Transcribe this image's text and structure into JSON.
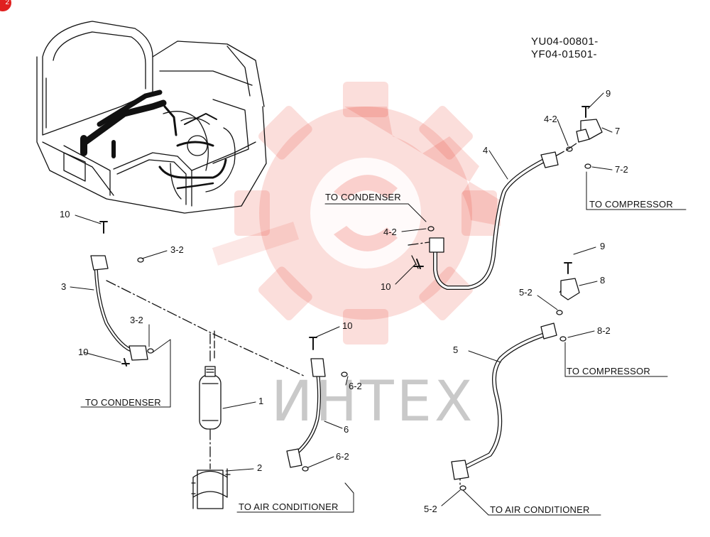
{
  "header": {
    "serial_1": "YU04-00801-",
    "serial_2": "YF04-01501-",
    "corner_badge": "2"
  },
  "watermark": {
    "text": "ИНТЕХ",
    "color": "#e8392c"
  },
  "destinations": {
    "to_condenser_top": "TO CONDENSER",
    "to_condenser_left": "TO CONDENSER",
    "to_compressor_top": "TO COMPRESSOR",
    "to_compressor_mid": "TO COMPRESSOR",
    "to_air_conditioner_center": "TO AIR CONDITIONER",
    "to_air_conditioner_right": "TO AIR CONDITIONER"
  },
  "part_labels": {
    "p1": "1",
    "p2": "2",
    "p3": "3",
    "p3_2a": "3-2",
    "p3_2b": "3-2",
    "p4": "4",
    "p4_2a": "4-2",
    "p4_2b": "4-2",
    "p5": "5",
    "p5_2a": "5-2",
    "p5_2b": "5-2",
    "p6": "6",
    "p6_2a": "6-2",
    "p6_2b": "6-2",
    "p7": "7",
    "p7_2": "7-2",
    "p8": "8",
    "p8_2": "8-2",
    "p9a": "9",
    "p9b": "9",
    "p10a": "10",
    "p10b": "10",
    "p10c": "10",
    "p10d": "10"
  },
  "icons": [
    "excavator-cab-illustration",
    "receiver-drier-icon",
    "mounting-bracket-icon",
    "hose-icon",
    "elbow-fitting-icon",
    "o-ring-icon",
    "bolt-icon",
    "gear-watermark-icon"
  ]
}
